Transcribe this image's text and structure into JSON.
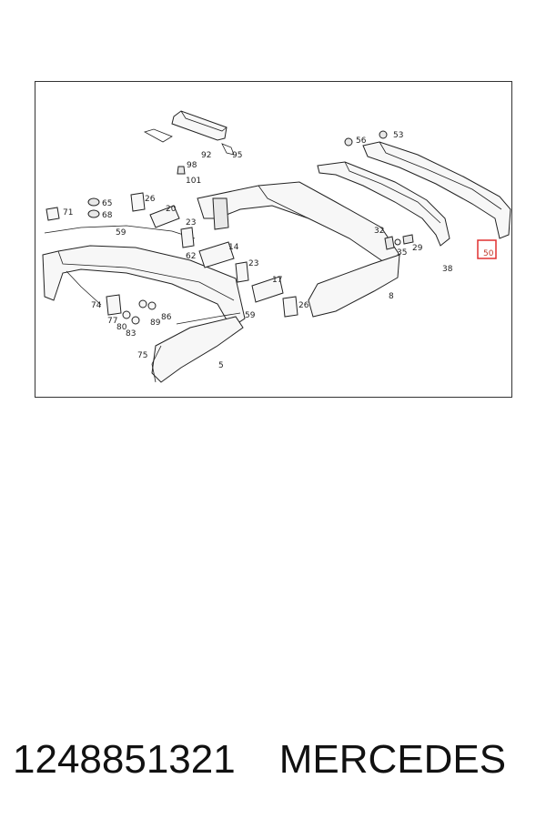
{
  "diagram": {
    "callouts": {
      "c5": "5",
      "c8": "8",
      "c14": "14",
      "c17": "17",
      "c20": "20",
      "c23a": "23",
      "c23b": "23",
      "c26a": "26",
      "c26b": "26",
      "c29": "29",
      "c32": "32",
      "c35": "35",
      "c38": "38",
      "c50": "50",
      "c53": "53",
      "c56": "56",
      "c59a": "59",
      "c59b": "59",
      "c62": "62",
      "c65": "65",
      "c68": "68",
      "c71": "71",
      "c74": "74",
      "c75": "75",
      "c77": "77",
      "c80": "80",
      "c83": "83",
      "c86": "86",
      "c89": "89",
      "c92": "92",
      "c95": "95",
      "c98": "98",
      "c101": "101"
    },
    "highlight_color": "#e03030"
  },
  "footer": {
    "part_number": "1248851321",
    "brand": "MERCEDES"
  }
}
